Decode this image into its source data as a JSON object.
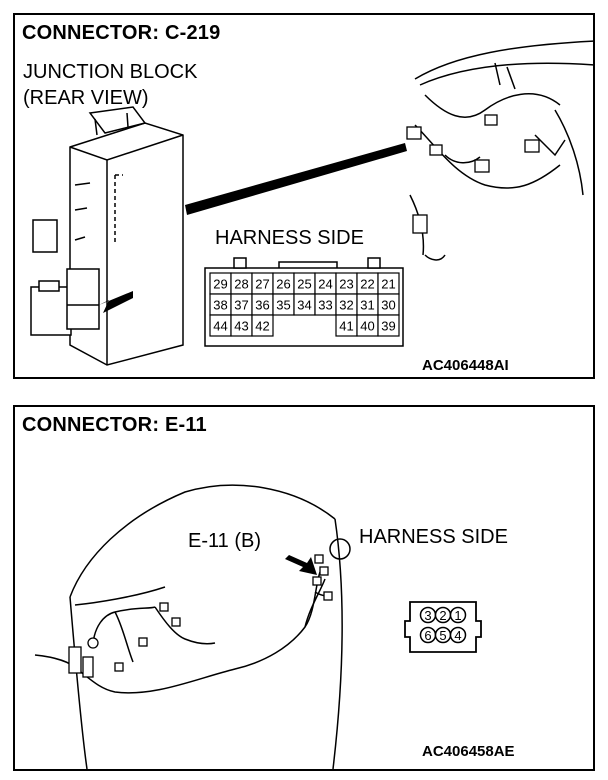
{
  "top_panel": {
    "title": "CONNECTOR: C-219",
    "subtitle_line1": "JUNCTION BLOCK",
    "subtitle_line2": "(REAR VIEW)",
    "harness_label": "HARNESS SIDE",
    "figure_code": "AC406448AI",
    "pins_row1": [
      "29",
      "28",
      "27",
      "26",
      "25",
      "24",
      "23",
      "22",
      "21"
    ],
    "pins_row2": [
      "38",
      "37",
      "36",
      "35",
      "34",
      "33",
      "32",
      "31",
      "30"
    ],
    "pins_row3_left": [
      "44",
      "43",
      "42"
    ],
    "pins_row3_right": [
      "41",
      "40",
      "39"
    ]
  },
  "bottom_panel": {
    "title": "CONNECTOR: E-11",
    "connector_callout": "E-11 (B)",
    "harness_label": "HARNESS SIDE",
    "figure_code": "AC406458AE",
    "pins_top": [
      "3",
      "2",
      "1"
    ],
    "pins_bottom": [
      "6",
      "5",
      "4"
    ]
  }
}
